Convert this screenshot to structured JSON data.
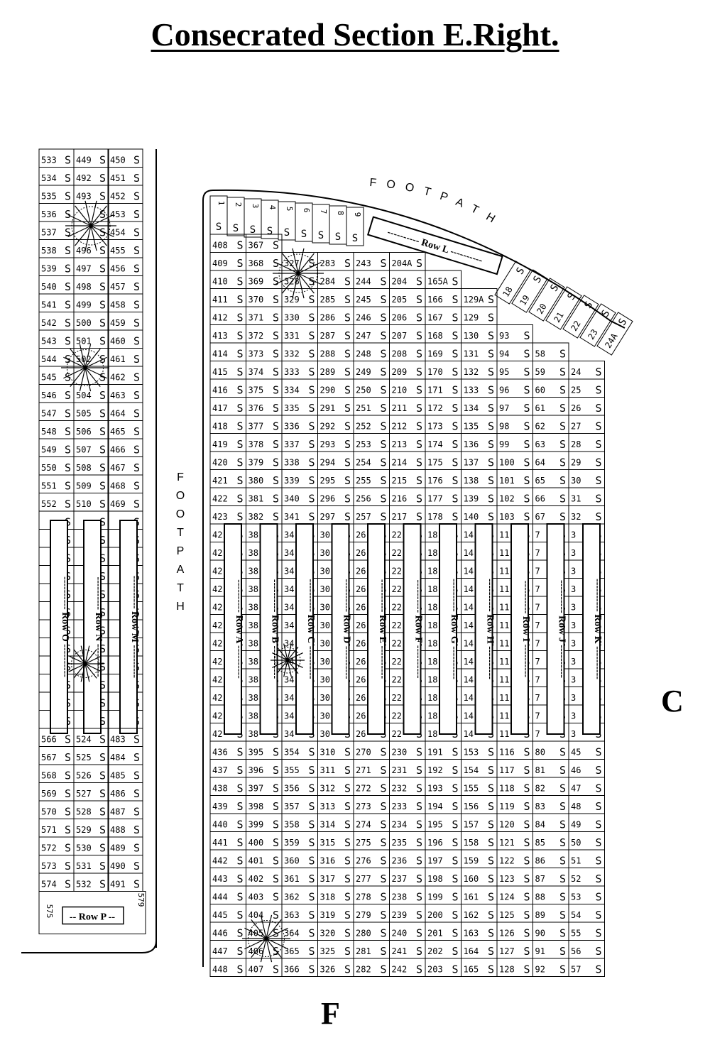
{
  "title": "Consecrated Section E.Right.",
  "letters": {
    "east": "C",
    "south": "F"
  },
  "footpath_label": "FOOTPATH",
  "grave_mark": "S",
  "tree_icon": "tree-icon",
  "left_block": {
    "top_rows": [
      [
        "533",
        "449",
        "450"
      ],
      [
        "534",
        "492",
        "451"
      ],
      [
        "535",
        "493",
        "452"
      ],
      [
        "536",
        "",
        "453"
      ],
      [
        "537",
        "",
        "454"
      ],
      [
        "538",
        "496",
        "455"
      ],
      [
        "539",
        "497",
        "456"
      ],
      [
        "540",
        "498",
        "457"
      ],
      [
        "541",
        "499",
        "458"
      ],
      [
        "542",
        "500",
        "459"
      ],
      [
        "543",
        "501",
        "460"
      ],
      [
        "544",
        "502",
        "461"
      ],
      [
        "545",
        "",
        "462"
      ],
      [
        "546",
        "504",
        "463"
      ],
      [
        "547",
        "505",
        "464"
      ],
      [
        "548",
        "506",
        "465"
      ],
      [
        "549",
        "507",
        "466"
      ],
      [
        "550",
        "508",
        "467"
      ],
      [
        "551",
        "509",
        "468"
      ],
      [
        "552",
        "510",
        "469"
      ]
    ],
    "middle_rows": 12,
    "bottom_rows": [
      [
        "566",
        "524",
        "483"
      ],
      [
        "567",
        "525",
        "484"
      ],
      [
        "568",
        "526",
        "485"
      ],
      [
        "569",
        "527",
        "486"
      ],
      [
        "570",
        "528",
        "487"
      ],
      [
        "571",
        "529",
        "488"
      ],
      [
        "572",
        "530",
        "489"
      ],
      [
        "573",
        "531",
        "490"
      ],
      [
        "574",
        "532",
        "491"
      ]
    ],
    "row_labels": [
      "Row O",
      "Row N",
      "Row M"
    ],
    "row_p_label": "-- Row P --",
    "row_p_ends": [
      "575",
      "579"
    ]
  },
  "right_block": {
    "curve_plots": [
      "1",
      "2",
      "3",
      "4",
      "5",
      "6",
      "7",
      "8",
      "9"
    ],
    "curve_plots_right": [
      "18",
      "19",
      "20",
      "21",
      "22",
      "23",
      "24A"
    ],
    "row_l_label": "Row L",
    "top_rows": [
      [
        "408",
        "367",
        "",
        "",
        "",
        "",
        "",
        "",
        "",
        "",
        "",
        ""
      ],
      [
        "409",
        "368",
        "327",
        "283",
        "243",
        "204A",
        "",
        "",
        "",
        "",
        "",
        ""
      ],
      [
        "410",
        "369",
        "328",
        "284",
        "244",
        "204",
        "165A",
        "",
        "",
        "",
        "",
        ""
      ],
      [
        "411",
        "370",
        "329",
        "285",
        "245",
        "205",
        "166",
        "129A",
        "",
        "",
        "",
        ""
      ],
      [
        "412",
        "371",
        "330",
        "286",
        "246",
        "206",
        "167",
        "129",
        "",
        "",
        "",
        ""
      ],
      [
        "413",
        "372",
        "331",
        "287",
        "247",
        "207",
        "168",
        "130",
        "93",
        "",
        "",
        ""
      ],
      [
        "414",
        "373",
        "332",
        "288",
        "248",
        "208",
        "169",
        "131",
        "94",
        "58",
        "",
        ""
      ],
      [
        "415",
        "374",
        "333",
        "289",
        "249",
        "209",
        "170",
        "132",
        "95",
        "59",
        "24",
        ""
      ],
      [
        "416",
        "375",
        "334",
        "290",
        "250",
        "210",
        "171",
        "133",
        "96",
        "60",
        "25",
        ""
      ],
      [
        "417",
        "376",
        "335",
        "291",
        "251",
        "211",
        "172",
        "134",
        "97",
        "61",
        "26",
        ""
      ],
      [
        "418",
        "377",
        "336",
        "292",
        "252",
        "212",
        "173",
        "135",
        "98",
        "62",
        "27",
        ""
      ],
      [
        "419",
        "378",
        "337",
        "293",
        "253",
        "213",
        "174",
        "136",
        "99",
        "63",
        "28",
        ""
      ],
      [
        "420",
        "379",
        "338",
        "294",
        "254",
        "214",
        "175",
        "137",
        "100",
        "64",
        "29",
        ""
      ],
      [
        "421",
        "380",
        "339",
        "295",
        "255",
        "215",
        "176",
        "138",
        "101",
        "65",
        "30",
        ""
      ],
      [
        "422",
        "381",
        "340",
        "296",
        "256",
        "216",
        "177",
        "139",
        "102",
        "66",
        "31",
        ""
      ],
      [
        "423",
        "382",
        "341",
        "297",
        "257",
        "217",
        "178",
        "140",
        "103",
        "67",
        "32",
        ""
      ]
    ],
    "middle_prefixes": [
      "42",
      "38",
      "34",
      "30",
      "26",
      "22",
      "18",
      "14",
      "11",
      "7",
      "3"
    ],
    "middle_rows": 12,
    "row_labels": [
      "Row A",
      "Row B",
      "Row C",
      "Row D",
      "Row E",
      "Row F",
      "Row G",
      "Row H",
      "Row I",
      "Row J",
      "Row K"
    ],
    "bottom_rows": [
      [
        "436",
        "395",
        "354",
        "310",
        "270",
        "230",
        "191",
        "153",
        "116",
        "80",
        "45"
      ],
      [
        "437",
        "396",
        "355",
        "311",
        "271",
        "231",
        "192",
        "154",
        "117",
        "81",
        "46"
      ],
      [
        "438",
        "397",
        "356",
        "312",
        "272",
        "232",
        "193",
        "155",
        "118",
        "82",
        "47"
      ],
      [
        "439",
        "398",
        "357",
        "313",
        "273",
        "233",
        "194",
        "156",
        "119",
        "83",
        "48"
      ],
      [
        "440",
        "399",
        "358",
        "314",
        "274",
        "234",
        "195",
        "157",
        "120",
        "84",
        "49"
      ],
      [
        "441",
        "400",
        "359",
        "315",
        "275",
        "235",
        "196",
        "158",
        "121",
        "85",
        "50"
      ],
      [
        "442",
        "401",
        "360",
        "316",
        "276",
        "236",
        "197",
        "159",
        "122",
        "86",
        "51"
      ],
      [
        "443",
        "402",
        "361",
        "317",
        "277",
        "237",
        "198",
        "160",
        "123",
        "87",
        "52"
      ],
      [
        "444",
        "403",
        "362",
        "318",
        "278",
        "238",
        "199",
        "161",
        "124",
        "88",
        "53"
      ],
      [
        "445",
        "404",
        "363",
        "319",
        "279",
        "239",
        "200",
        "162",
        "125",
        "89",
        "54"
      ],
      [
        "446",
        "405",
        "364",
        "320",
        "280",
        "240",
        "201",
        "163",
        "126",
        "90",
        "55"
      ],
      [
        "447",
        "406",
        "365",
        "325",
        "281",
        "241",
        "202",
        "164",
        "127",
        "91",
        "56"
      ],
      [
        "448",
        "407",
        "366",
        "326",
        "282",
        "242",
        "203",
        "165",
        "128",
        "92",
        "57"
      ]
    ]
  }
}
